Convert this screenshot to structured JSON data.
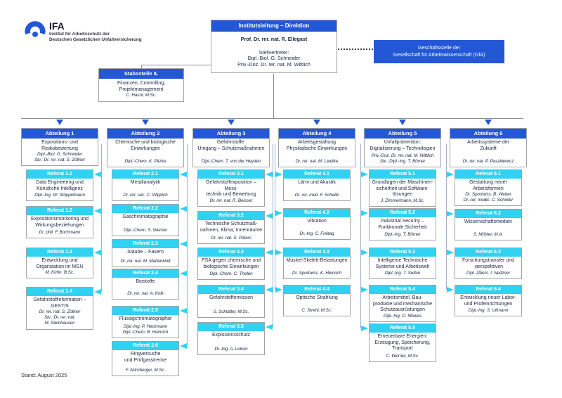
{
  "meta": {
    "stand": "Stand: August 2025"
  },
  "colors": {
    "brand_blue": "#2457d5",
    "referat_cyan": "#30d2f2",
    "text": "#202945"
  },
  "logo": {
    "org": "IFA",
    "sub": "Institut für Arbeitsschutz der\nDeutschen Gesetzlichen Unfallversicherung"
  },
  "direktion": {
    "header": "Institutsleitung – Direktion",
    "head": "Prof. Dr. rer. nat. R. Ellegast",
    "deputy_label": "Stellvertreter:",
    "deputies": "Dipl.-Biol. G. Schneider\nPriv.-Doz. Dr. rer. nat. M. Wittlich"
  },
  "gfa": {
    "line1": "Geschäftsstelle der",
    "line2": "Gesellschaft für Arbeitswissenschaft (GfA)"
  },
  "stabsstelle": {
    "header": "Stabsstelle IL",
    "title": "Finanzen, Controlling,\nProjektmanagement",
    "names": "C. Hasni, M.Sc."
  },
  "abteilungen": [
    {
      "label": "Abteilung 1",
      "title": "Expositions- und\nRisikobewertung",
      "names": "Dipl.-Biol. G. Schneider\nStv.: Dr. rer. nat. S. Zöllner",
      "referate": [
        {
          "label": "Referat 1.1",
          "title": "Data Engineering und\nKünstliche Intelligenz",
          "names": "Dipl.-Ing. W. Stöppelmann"
        },
        {
          "label": "Referat 1.2",
          "title": "Expositionsmonitoring und\nWirkungsbeziehungen",
          "names": "Dr. phil. F. Bochmann"
        },
        {
          "label": "Referat 1.3",
          "title": "Entwicklung und\nOrganisation im MGU",
          "names": "M. Kühn, B.Sc."
        },
        {
          "label": "Referat 1.4",
          "title": "Gefahrstoffinformation –\nGESTIS",
          "names": "Dr. rer. nat. S. Zöllner\nStv.: Dr. rer. nat.\nM. Steinhausen"
        }
      ]
    },
    {
      "label": "Abteilung 2",
      "title": "Chemische und biologische\nEinwirkungen",
      "names": "Dipl.-Chem. K. Pitzke",
      "referate": [
        {
          "label": "Referat 2.1",
          "title": "Metallanalytik",
          "names": "Dr. rer. sec. C. Wippich"
        },
        {
          "label": "Referat 2.2",
          "title": "Gaschromatographie",
          "names": "Dipl.-Chem. S. Werner"
        },
        {
          "label": "Referat 2.3",
          "title": "Stäube – Fasern",
          "names": "Dr. rer. nat. M. Mattenklott"
        },
        {
          "label": "Referat 2.4",
          "title": "Biostoffe",
          "names": "Dr. rer. nat. A. Kolk"
        },
        {
          "label": "Referat 2.5",
          "title": "Flüssigchromatographie",
          "names": "Dipl.-Ing. P. Heckmann\nDipl.-Chem. B. Heinrich"
        },
        {
          "label": "Referat 2.6",
          "title": "Ringversuche\nund Prüfgasstrecke",
          "names": "F. Nürnberger, M.Sc."
        }
      ]
    },
    {
      "label": "Abteilung 3",
      "title": "Gefahrstoffe:\nUmgang – Schutzmaßnahmen",
      "names": "Dipl.-Chem. T. von der Heyden",
      "referate": [
        {
          "label": "Referat 3.1",
          "title": "Gefahrstoffexposition – Mess-\ntechnik und Bewertung",
          "names": "Dr. rer. nat. R. Beisser"
        },
        {
          "label": "Referat 3.2",
          "title": "Technische Schutzmaß-\nnahmen, Klima, Innenräume",
          "names": "Dr. rer. nat. S. Peters"
        },
        {
          "label": "Referat 3.3",
          "title": "PSA gegen chemische und\nbiologische Einwirkungen",
          "names": "Dipl.-Chem. C. Thelen"
        },
        {
          "label": "Referat 3.4",
          "title": "Gefahrstoffemission",
          "names": "S. Schlatter, M.Sc."
        },
        {
          "label": "Referat 3.5",
          "title": "Explosionsschutz",
          "names": "Dr.-Ing. A. Leksin"
        }
      ]
    },
    {
      "label": "Abteilung 4",
      "title": "Arbeitsgestaltung\nPhysikalische Einwirkungen",
      "names": "Dr. rer. nat. M. Liedtke",
      "referate": [
        {
          "label": "Referat 4.1",
          "title": "Lärm und Akustik",
          "names": "Dr. rer. med. F. Schelle"
        },
        {
          "label": "Referat 4.2",
          "title": "Vibration",
          "names": "Dr.-Ing. C. Freitag"
        },
        {
          "label": "Referat 4.3",
          "title": "Muskel-Skelett-Belastungen",
          "names": "Dr. Sportwiss. K. Heinrich"
        },
        {
          "label": "Referat 4.4",
          "title": "Optische Strahlung",
          "names": "C. Strehl, M.Sc."
        }
      ]
    },
    {
      "label": "Abteilung 5",
      "title": "Unfallprävention:\nDigitalisierung – Technologien",
      "names": "Priv.-Doz. Dr. rer. nat. M. Wittlich\nStv.: Dipl.-Ing. T. Bömer",
      "referate": [
        {
          "label": "Referat 5.1",
          "title": "Grundlagen der Maschinen-\nsicherheit und Software-\nlösungen",
          "names": "J. Zimmermann, M.Sc."
        },
        {
          "label": "Referat 5.2",
          "title": "Industrial Security –\nFunktionale Sicherheit",
          "names": "Dipl.-Ing. T. Bömer"
        },
        {
          "label": "Referat 5.3",
          "title": "Intelligente Technische\nSysteme und Arbeitswelt",
          "names": "Dipl.-Ing. T. Seifen"
        },
        {
          "label": "Referat 5.4",
          "title": "Arbeitsmittel, Bau-\nprodukte und mechanische\nSchutzausrüstungen",
          "names": "Dipl.-Ing. O. Mewes"
        },
        {
          "label": "Referat 5.5",
          "title": "Erneuerbare Energien:\nErzeugung, Speicherung,\nTransport",
          "names": "C. Werner, M.Sc."
        }
      ]
    },
    {
      "label": "Abteilung 6",
      "title": "Arbeitssysteme der\nZukunft",
      "names": "Dr. rer. nat. P. Paszkiewicz",
      "referate": [
        {
          "label": "Referat 6.1",
          "title": "Gestaltung neuer\nArbeitsformen",
          "names": "Dr. Sportwiss. B. Weber\nDr. rer. medic. C. Schiefer"
        },
        {
          "label": "Referat 6.2",
          "title": "Wissenschaftsmedien",
          "names": "S. Mühler, M.A."
        },
        {
          "label": "Referat 6.3",
          "title": "Forschungstransfer und\n-perspektiven",
          "names": "Dipl.-Übers. I. Neitzner"
        },
        {
          "label": "Referat 6.4",
          "title": "Entwicklung neuer Labor-\nund Prüfeinrichtungen",
          "names": "Dipl.-Ing. S. Ullmann"
        }
      ]
    }
  ]
}
